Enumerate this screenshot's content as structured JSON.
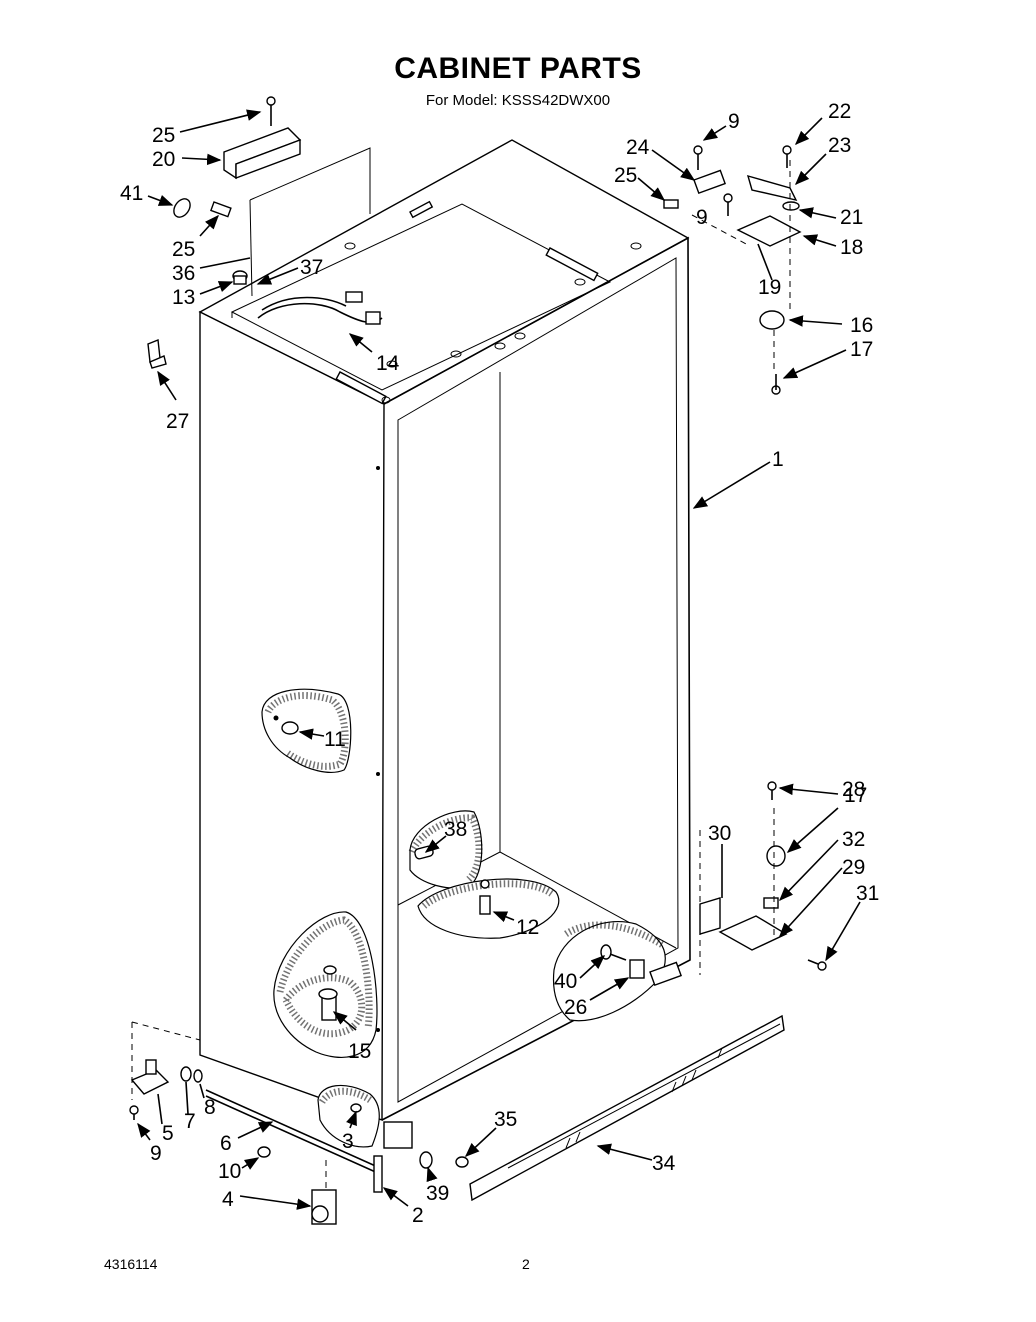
{
  "header": {
    "title": "CABINET PARTS",
    "subtitle": "For Model: KSSS42DWX00"
  },
  "footer": {
    "doc_number": "4316114",
    "page_number": "2"
  },
  "callouts": [
    {
      "id": "c25a",
      "label": "25"
    },
    {
      "id": "c20",
      "label": "20"
    },
    {
      "id": "c41",
      "label": "41"
    },
    {
      "id": "c25b",
      "label": "25"
    },
    {
      "id": "c36",
      "label": "36"
    },
    {
      "id": "c13",
      "label": "13"
    },
    {
      "id": "c37",
      "label": "37"
    },
    {
      "id": "c14",
      "label": "14"
    },
    {
      "id": "c27",
      "label": "27"
    },
    {
      "id": "c9a",
      "label": "9"
    },
    {
      "id": "c24",
      "label": "24"
    },
    {
      "id": "c25c",
      "label": "25"
    },
    {
      "id": "c9b",
      "label": "9"
    },
    {
      "id": "c22",
      "label": "22"
    },
    {
      "id": "c23",
      "label": "23"
    },
    {
      "id": "c21",
      "label": "21"
    },
    {
      "id": "c18",
      "label": "18"
    },
    {
      "id": "c19",
      "label": "19"
    },
    {
      "id": "c16",
      "label": "16"
    },
    {
      "id": "c17a",
      "label": "17"
    },
    {
      "id": "c1",
      "label": "1"
    },
    {
      "id": "c11",
      "label": "11"
    },
    {
      "id": "c38",
      "label": "38"
    },
    {
      "id": "c12",
      "label": "12"
    },
    {
      "id": "c17b",
      "label": "17"
    },
    {
      "id": "c28",
      "label": "28"
    },
    {
      "id": "c32",
      "label": "32"
    },
    {
      "id": "c29",
      "label": "29"
    },
    {
      "id": "c31",
      "label": "31"
    },
    {
      "id": "c30",
      "label": "30"
    },
    {
      "id": "c40",
      "label": "40"
    },
    {
      "id": "c26",
      "label": "26"
    },
    {
      "id": "c15",
      "label": "15"
    },
    {
      "id": "c35",
      "label": "35"
    },
    {
      "id": "c34",
      "label": "34"
    },
    {
      "id": "c7",
      "label": "7"
    },
    {
      "id": "c8",
      "label": "8"
    },
    {
      "id": "c5",
      "label": "5"
    },
    {
      "id": "c9c",
      "label": "9"
    },
    {
      "id": "c6",
      "label": "6"
    },
    {
      "id": "c3",
      "label": "3"
    },
    {
      "id": "c10",
      "label": "10"
    },
    {
      "id": "c39",
      "label": "39"
    },
    {
      "id": "c4",
      "label": "4"
    },
    {
      "id": "c2",
      "label": "2"
    }
  ]
}
